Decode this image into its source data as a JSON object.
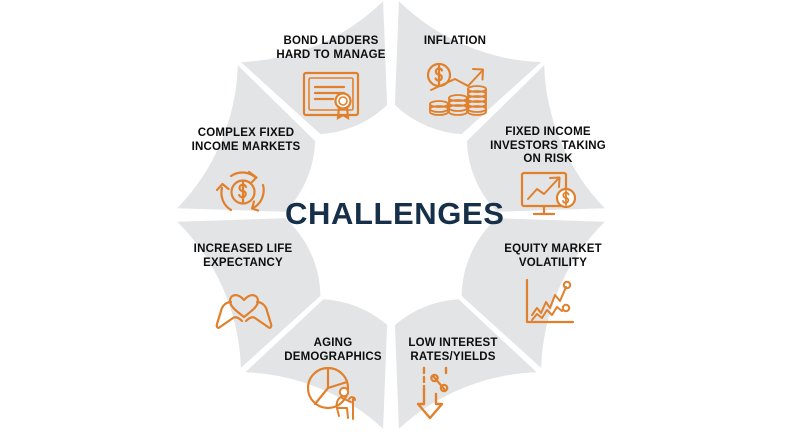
{
  "center": {
    "title": "CHALLENGES",
    "title_color": "#16304a"
  },
  "theme": {
    "segment_fill": "#e3e4e6",
    "gap_color": "#ffffff",
    "icon_color": "#e1802c",
    "label_color": "#0d0d0d",
    "background": "#ffffff"
  },
  "chart_data": {
    "type": "pie",
    "title": "CHALLENGES",
    "categories": [
      "INFLATION",
      "FIXED INCOME INVESTORS TAKING ON RISK",
      "EQUITY MARKET VOLATILITY",
      "LOW INTEREST RATES/YIELDS",
      "AGING DEMOGRAPHICS",
      "INCREASED LIFE EXPECTANCY",
      "COMPLEX FIXED INCOME MARKETS",
      "BOND LADDERS HARD TO MANAGE"
    ],
    "values": [
      12.5,
      12.5,
      12.5,
      12.5,
      12.5,
      12.5,
      12.5,
      12.5
    ],
    "xlabel": "",
    "ylabel": "",
    "legend": "none"
  },
  "segments": [
    {
      "id": "inflation",
      "label": "INFLATION",
      "icon": "dollar-coins-growth-icon",
      "start_angle": 0,
      "end_angle": 45
    },
    {
      "id": "fixed-income-investors-taking-on-risk",
      "label": "FIXED INCOME\nINVESTORS TAKING\nON RISK",
      "icon": "monitor-rising-chart-dollar-icon",
      "start_angle": 45,
      "end_angle": 90
    },
    {
      "id": "equity-market-volatility",
      "label": "EQUITY MARKET\nVOLATILITY",
      "icon": "volatility-line-chart-icon",
      "start_angle": 90,
      "end_angle": 135
    },
    {
      "id": "low-interest-rates-yields",
      "label": "LOW INTEREST\nRATES/YIELDS",
      "icon": "percent-down-arrow-icon",
      "start_angle": 135,
      "end_angle": 180
    },
    {
      "id": "aging-demographics",
      "label": "AGING\nDEMOGRAPHICS",
      "icon": "pie-chart-elderly-person-icon",
      "start_angle": 180,
      "end_angle": 225
    },
    {
      "id": "increased-life-expectancy",
      "label": "INCREASED LIFE\nEXPECTANCY",
      "icon": "hands-holding-heart-icon",
      "start_angle": 225,
      "end_angle": 270
    },
    {
      "id": "complex-fixed-income-markets",
      "label": "COMPLEX FIXED\nINCOME MARKETS",
      "icon": "dollar-circular-arrows-icon",
      "start_angle": 270,
      "end_angle": 315
    },
    {
      "id": "bond-ladders-hard-to-manage",
      "label": "BOND LADDERS\nHARD TO MANAGE",
      "icon": "certificate-seal-icon",
      "start_angle": 315,
      "end_angle": 360
    }
  ]
}
